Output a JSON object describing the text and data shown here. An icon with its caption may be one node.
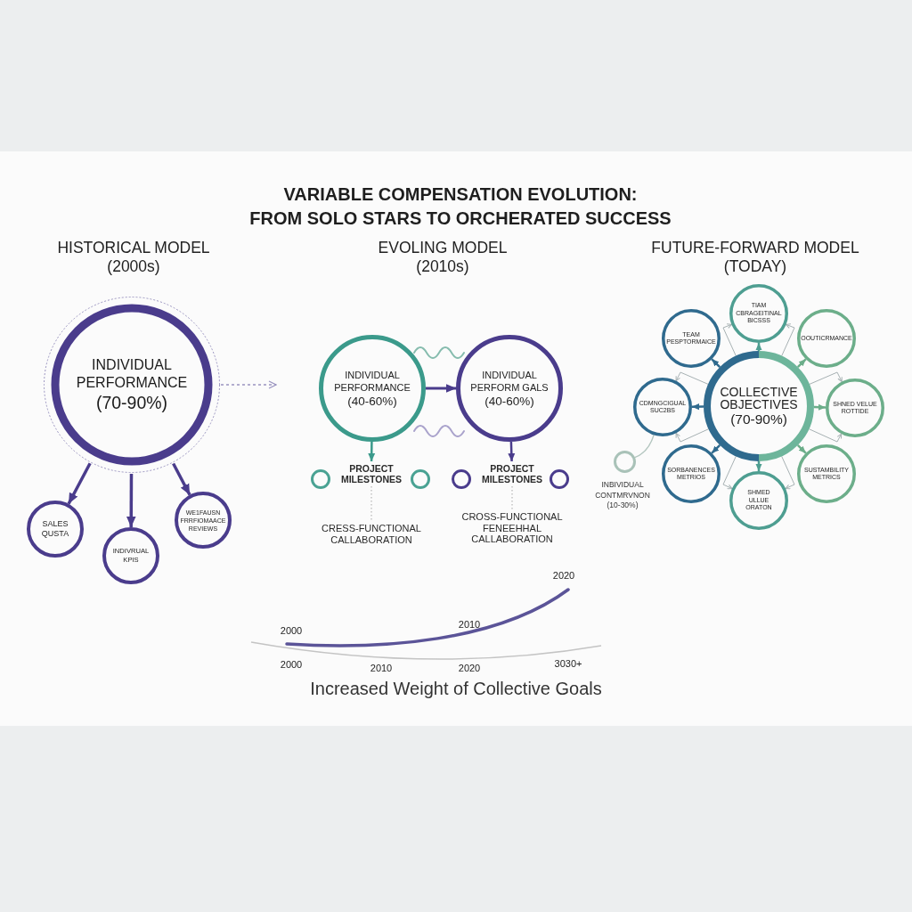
{
  "diagram": {
    "title": "VARIABLE COMPENSATION EVOLUTION: FROM SOLO STARS TO ORCHERATED SUCCESS",
    "nodes": [
      {
        "text": [
          "INDIVIDUAL PERFORMANCE",
          "(70-90%)"
        ]
      },
      {
        "text": [
          "SALES QUSTA"
        ]
      },
      {
        "text": [
          "INDIVRUAL KPIS"
        ]
      },
      {
        "text": [
          "WE1FAUSN FRRFIOMAACE REVIEWS"
        ]
      },
      {
        "text": [
          "INDIVIDUAL PERFORMANCE",
          "(40-60%)"
        ]
      },
      {
        "text": [
          "INDIVIDUAL PERFORM GALS",
          "(40-60%)"
        ]
      },
      {
        "text": [
          "PROJECT MILESTONES"
        ]
      },
      {
        "text": [
          "CRESS-FUNCTIONAL CALLABORATION"
        ]
      },
      {
        "text": [
          "PROJECT MILESTONES"
        ]
      },
      {
        "text": [
          "CROSS-FUNCTIONAL FENEEHHAL CALLABORATION"
        ]
      },
      {
        "text": [
          "COLLECTIVE OBJECTIVES",
          "(70-90%)"
        ]
      },
      {
        "text": [
          "TIAM CBRAGEITINAL BICSSS"
        ]
      },
      {
        "text": [
          "TEAM PESPTORMAICE"
        ]
      },
      {
        "text": [
          "OOUTICRMANCE"
        ]
      },
      {
        "text": [
          "CDMNGCIGUAL SUC2BS"
        ]
      },
      {
        "text": [
          "SHNED VELUE ROTTIDE"
        ]
      },
      {
        "text": [
          "SORBANENCES METRIOS"
        ]
      },
      {
        "text": [
          "SUSTAMBILITY METRICS"
        ]
      },
      {
        "text": [
          "SHMED ULLUE ORATON"
        ]
      },
      {
        "text": [],
        "shape": "circle",
        "beside": [
          "INBIVIDUAL CONTMRVNON (10-30%)"
        ]
      }
    ],
    "edges": [
      {
        "from": 0,
        "to": 1,
        "arrow": "to",
        "color": "#4a3c8c"
      },
      {
        "from": 0,
        "to": 2,
        "arrow": "to",
        "color": "#4a3c8c"
      },
      {
        "from": 0,
        "to": 3,
        "arrow": "to",
        "color": "#4a3c8c"
      },
      {
        "from": 0,
        "to": null,
        "arrow": "to",
        "style": "dashed",
        "color": "#9a94c0"
      },
      {
        "from": 4,
        "to": 5,
        "arrow": "to",
        "color": "#4a3c8c"
      },
      {
        "from": 4,
        "to": 6,
        "arrow": "to",
        "color": "#3b9a8b"
      },
      {
        "from": 6,
        "to": 7,
        "arrow": "none",
        "style": "dashed",
        "color": "#b5b5b5"
      },
      {
        "from": 5,
        "to": 8,
        "arrow": "to",
        "color": "#4a3c8c"
      },
      {
        "from": 8,
        "to": 9,
        "arrow": "none",
        "style": "dashed",
        "color": "#b5b5b5"
      },
      {
        "from": 10,
        "to": 11,
        "arrow": "to",
        "color": "#4e9e91"
      },
      {
        "from": 10,
        "to": 12,
        "arrow": "to",
        "color": "#2f6a8e"
      },
      {
        "from": 10,
        "to": 13,
        "arrow": "to",
        "color": "#6cae8a"
      },
      {
        "from": 10,
        "to": 14,
        "arrow": "to",
        "color": "#2f6a8e"
      },
      {
        "from": 10,
        "to": 15,
        "arrow": "to",
        "color": "#6cae8a"
      },
      {
        "from": 10,
        "to": 16,
        "arrow": "to",
        "color": "#2f6a8e"
      },
      {
        "from": 10,
        "to": 17,
        "arrow": "to",
        "color": "#6cae8a"
      },
      {
        "from": 10,
        "to": 18,
        "arrow": "to",
        "color": "#4e9e91"
      },
      {
        "from": 10,
        "to": 11,
        "arrow": "to",
        "color": "#a7b1b3"
      },
      {
        "from": 10,
        "to": 11,
        "arrow": "to",
        "color": "#a7b1b3"
      },
      {
        "from": 10,
        "to": 15,
        "arrow": "to",
        "color": "#a7b1b3"
      },
      {
        "from": 10,
        "to": 15,
        "arrow": "to",
        "color": "#a7b1b3"
      },
      {
        "from": 10,
        "to": 18,
        "arrow": "to",
        "color": "#a7b1b3"
      },
      {
        "from": 10,
        "to": 18,
        "arrow": "to",
        "color": "#a7b1b3"
      },
      {
        "from": 10,
        "to": 14,
        "arrow": "to",
        "color": "#a7b1b3"
      },
      {
        "from": 10,
        "to": 14,
        "arrow": "to",
        "color": "#a7b1b3"
      },
      {
        "from": 19,
        "to": 14,
        "arrow": "none",
        "color": "#b3c6bf"
      }
    ],
    "labels": [
      "HISTORICAL MODEL (2000s)",
      "EVOLING MODEL (2010s)",
      "FUTURE-FORWARD MODEL (TODAY)",
      "2020",
      "2010",
      "2000",
      "2000",
      "2010",
      "2020",
      "3030+",
      "Increased Weight of Collective Goals"
    ]
  }
}
